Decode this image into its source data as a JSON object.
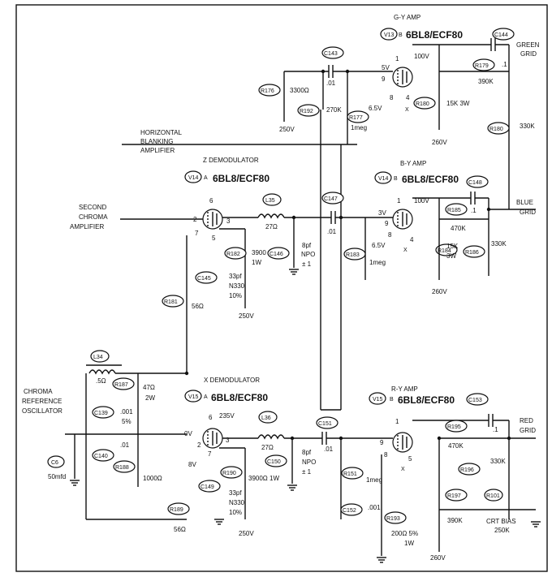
{
  "sections": {
    "gy_amp": {
      "label": "G-Y AMP",
      "tube_ref": "V13",
      "section": "B",
      "tube_type": "6BL8/ECF80"
    },
    "by_amp": {
      "label": "B-Y AMP",
      "tube_ref": "V14",
      "section": "B",
      "tube_type": "6BL8/ECF80"
    },
    "ry_amp": {
      "label": "R-Y AMP",
      "tube_ref": "V15",
      "section": "B",
      "tube_type": "6BL8/ECF80"
    },
    "z_demod": {
      "label": "Z DEMODULATOR",
      "tube_ref": "V14",
      "section": "A",
      "tube_type": "6BL8/ECF80"
    },
    "x_demod": {
      "label": "X DEMODULATOR",
      "tube_ref": "V15",
      "section": "A",
      "tube_type": "6BL8/ECF80"
    }
  },
  "signals": {
    "horizontal": [
      "HORIZONTAL",
      "BLANKING",
      "AMPLIFIER"
    ],
    "second_chroma": [
      "SECOND",
      "CHROMA",
      "AMPLIFIER"
    ],
    "chroma_ref": [
      "CHROMA",
      "REFERENCE",
      "OSCILLATOR"
    ],
    "green_grid": [
      "GREEN",
      "GRID"
    ],
    "blue_grid": [
      "BLUE",
      "GRID"
    ],
    "red_grid": [
      "RED",
      "GRID"
    ],
    "crt_bias": [
      "CRT BIAS",
      "250K"
    ]
  },
  "components": {
    "c143": {
      "ref": "C143",
      "value": ".01"
    },
    "c144": {
      "ref": "C144",
      "value": ".1"
    },
    "c147": {
      "ref": "C147",
      "value": ".01"
    },
    "c148": {
      "ref": "C148",
      "value": ".1"
    },
    "c151": {
      "ref": "C151",
      "value": ".01"
    },
    "c153": {
      "ref": "C153",
      "value": ".1"
    },
    "c145": {
      "ref": "C145",
      "value": [
        "33pf",
        "N330",
        "10%"
      ]
    },
    "c146": {
      "ref": "C146",
      "value": [
        "8pf",
        "NPO",
        "± 1"
      ]
    },
    "c149": {
      "ref": "C149",
      "value": [
        "33pf",
        "N330",
        "10%"
      ]
    },
    "c150": {
      "ref": "C150",
      "value": [
        "8pf",
        "NPO",
        "± 1"
      ]
    },
    "c139": {
      "ref": "C139",
      "value": [
        ".001",
        "5%"
      ]
    },
    "c140": {
      "ref": "C140",
      "value": ".01"
    },
    "c152": {
      "ref": "C152",
      "value": ".001"
    },
    "c6": {
      "ref": "C6",
      "value": "50mfd"
    },
    "r176": {
      "ref": "R176",
      "value": "3300Ω"
    },
    "r192": {
      "ref": "R192",
      "value": "270K"
    },
    "r177": {
      "ref": "R177",
      "value": "1meg"
    },
    "r179": {
      "ref": "R179",
      "value": "390K"
    },
    "r180a": {
      "ref": "R180",
      "value": "15K  3W"
    },
    "r180b": {
      "ref": "R180",
      "value": "330K"
    },
    "r185": {
      "ref": "R185",
      "value": "470K"
    },
    "r183": {
      "ref": "R183",
      "value": "1meg"
    },
    "r184": {
      "ref": "R184",
      "value": [
        "15K",
        "3W"
      ]
    },
    "r186": {
      "ref": "R186",
      "value": "330K"
    },
    "r182": {
      "ref": "R182",
      "value": [
        "3900",
        "1W"
      ]
    },
    "r181": {
      "ref": "R181",
      "value": "56Ω"
    },
    "r187": {
      "ref": "R187",
      "value": [
        "47Ω",
        "2W"
      ]
    },
    "r188": {
      "ref": "R188",
      "value": "1000Ω"
    },
    "r189": {
      "ref": "R189",
      "value": "56Ω"
    },
    "r190": {
      "ref": "R190",
      "value": "3900Ω 1W"
    },
    "r195": {
      "ref": "R195",
      "value": "470K"
    },
    "r196": {
      "ref": "R196",
      "value": "330K"
    },
    "r197": {
      "ref": "R197",
      "value": "390K"
    },
    "r101": {
      "ref": "R101"
    },
    "r151": {
      "ref": "R151",
      "value": "1meg"
    },
    "r193": {
      "ref": "R193",
      "value": [
        "200Ω  5%",
        "1W"
      ]
    },
    "l34": {
      "ref": "L34",
      "value": ".5Ω"
    },
    "l35": {
      "ref": "L35",
      "value": "27Ω"
    },
    "l36": {
      "ref": "L36",
      "value": "27Ω"
    }
  },
  "voltages": {
    "v250a": "250V",
    "v260a": "260V",
    "v100a": "100V",
    "v5": "5V",
    "v65a": "6.5V",
    "v3": "3V",
    "v100b": "100V",
    "v65b": "6.5V",
    "v260b": "260V",
    "v250b": "250V",
    "v0": "0V",
    "v235": "235V",
    "v8": "8V",
    "v250c": "250V",
    "v260c": "260V"
  },
  "pins": [
    "1",
    "9",
    "8",
    "4",
    "X",
    "6",
    "2",
    "3",
    "5",
    "7"
  ]
}
